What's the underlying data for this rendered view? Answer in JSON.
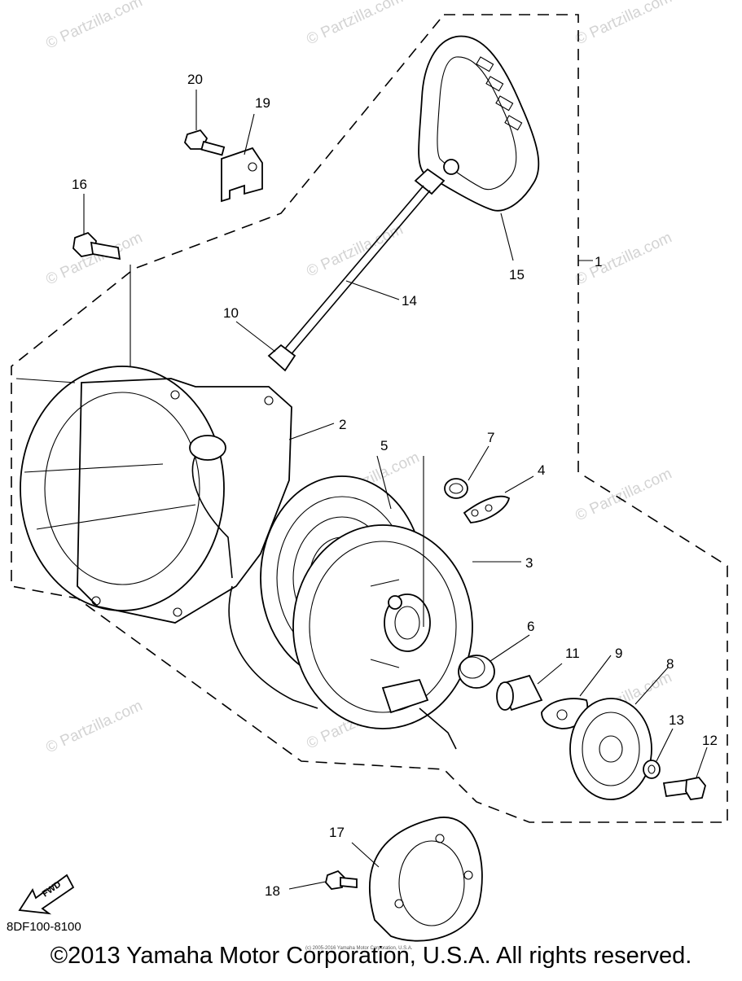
{
  "watermark": "© Partzilla.com",
  "callouts": [
    "1",
    "2",
    "3",
    "4",
    "5",
    "6",
    "7",
    "8",
    "9",
    "10",
    "11",
    "12",
    "13",
    "14",
    "15",
    "16",
    "17",
    "18",
    "19",
    "20"
  ],
  "fwd_label": "FWD",
  "diagram_code": "8DF100-8100",
  "small_copyright": "(c) 2005-2016 Yamaha Motor Corporation, U.S.A.",
  "copyright": "©2013 Yamaha Motor Corporation, U.S.A. All rights reserved."
}
